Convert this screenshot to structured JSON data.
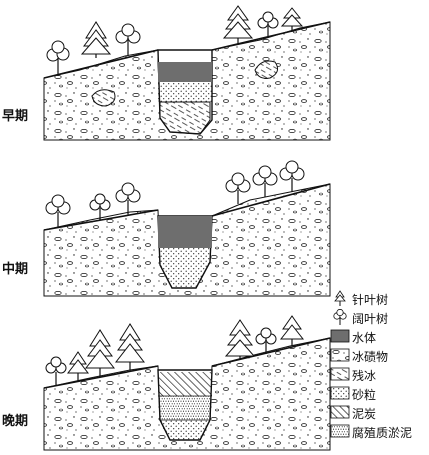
{
  "stages": [
    {
      "label": "早期"
    },
    {
      "label": "中期"
    },
    {
      "label": "晚期"
    }
  ],
  "legend": {
    "items": [
      {
        "label": "针叶树",
        "icon": "conifer-tree-icon"
      },
      {
        "label": "阔叶树",
        "icon": "broadleaf-tree-icon"
      },
      {
        "label": "水体",
        "icon": "water-swatch"
      },
      {
        "label": "冰碛物",
        "icon": "moraine-swatch"
      },
      {
        "label": "残冰",
        "icon": "residual-ice-swatch"
      },
      {
        "label": "砂粒",
        "icon": "sand-swatch"
      },
      {
        "label": "泥炭",
        "icon": "peat-swatch"
      },
      {
        "label": "腐殖质淤泥",
        "icon": "humus-silt-swatch"
      }
    ]
  },
  "colors": {
    "ink": "#111111",
    "water": "#6e6e6e",
    "background": "#ffffff"
  }
}
